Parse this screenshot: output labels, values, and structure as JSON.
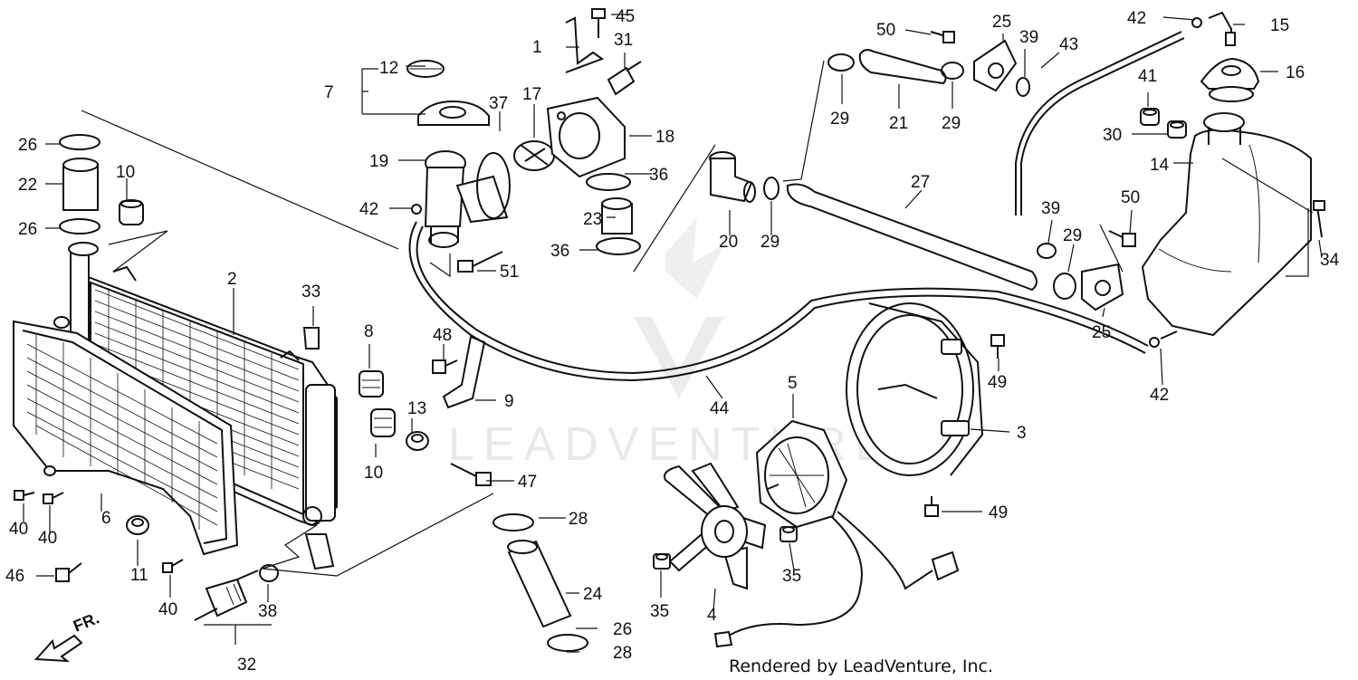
{
  "watermark": "LEADVENTURE",
  "credit": "Rendered by LeadVenture, Inc.",
  "direction_label": "FR.",
  "accent_color": "#111111",
  "callouts": [
    {
      "id": "c45a",
      "text": "45"
    },
    {
      "id": "c1",
      "text": "1"
    },
    {
      "id": "c31",
      "text": "31"
    },
    {
      "id": "c12",
      "text": "12"
    },
    {
      "id": "c7",
      "text": "7"
    },
    {
      "id": "c17",
      "text": "17"
    },
    {
      "id": "c37",
      "text": "37"
    },
    {
      "id": "c18",
      "text": "18"
    },
    {
      "id": "c19",
      "text": "19"
    },
    {
      "id": "c36a",
      "text": "36"
    },
    {
      "id": "c42a",
      "text": "42"
    },
    {
      "id": "c23",
      "text": "23"
    },
    {
      "id": "c36b",
      "text": "36"
    },
    {
      "id": "c51",
      "text": "51"
    },
    {
      "id": "c26a",
      "text": "26"
    },
    {
      "id": "c22",
      "text": "22"
    },
    {
      "id": "c10a",
      "text": "10"
    },
    {
      "id": "c26b",
      "text": "26"
    },
    {
      "id": "c2",
      "text": "2"
    },
    {
      "id": "c33",
      "text": "33"
    },
    {
      "id": "c8",
      "text": "8"
    },
    {
      "id": "c48",
      "text": "48"
    },
    {
      "id": "c9",
      "text": "9"
    },
    {
      "id": "c13",
      "text": "13"
    },
    {
      "id": "c10b",
      "text": "10"
    },
    {
      "id": "c47",
      "text": "47"
    },
    {
      "id": "c28a",
      "text": "28"
    },
    {
      "id": "c24",
      "text": "24"
    },
    {
      "id": "c26c",
      "text": "26"
    },
    {
      "id": "c28b",
      "text": "28"
    },
    {
      "id": "c6",
      "text": "6"
    },
    {
      "id": "c40a",
      "text": "40"
    },
    {
      "id": "c40b",
      "text": "40"
    },
    {
      "id": "c11",
      "text": "11"
    },
    {
      "id": "c46",
      "text": "46"
    },
    {
      "id": "c40c",
      "text": "40"
    },
    {
      "id": "c38",
      "text": "38"
    },
    {
      "id": "c32",
      "text": "32"
    },
    {
      "id": "c50a",
      "text": "50"
    },
    {
      "id": "c25a",
      "text": "25"
    },
    {
      "id": "c39a",
      "text": "39"
    },
    {
      "id": "c43",
      "text": "43"
    },
    {
      "id": "c42b",
      "text": "42"
    },
    {
      "id": "c15",
      "text": "15"
    },
    {
      "id": "c16",
      "text": "16"
    },
    {
      "id": "c29a",
      "text": "29"
    },
    {
      "id": "c21",
      "text": "21"
    },
    {
      "id": "c29b",
      "text": "29"
    },
    {
      "id": "c41",
      "text": "41"
    },
    {
      "id": "c30",
      "text": "30"
    },
    {
      "id": "c14",
      "text": "14"
    },
    {
      "id": "c20",
      "text": "20"
    },
    {
      "id": "c29c",
      "text": "29"
    },
    {
      "id": "c27",
      "text": "27"
    },
    {
      "id": "c39b",
      "text": "39"
    },
    {
      "id": "c29d",
      "text": "29"
    },
    {
      "id": "c50b",
      "text": "50"
    },
    {
      "id": "c34",
      "text": "34"
    },
    {
      "id": "c25b",
      "text": "25"
    },
    {
      "id": "c42c",
      "text": "42"
    },
    {
      "id": "c49a",
      "text": "49"
    },
    {
      "id": "c44",
      "text": "44"
    },
    {
      "id": "c5",
      "text": "5"
    },
    {
      "id": "c3",
      "text": "3"
    },
    {
      "id": "c49b",
      "text": "49"
    },
    {
      "id": "c35a",
      "text": "35"
    },
    {
      "id": "c35b",
      "text": "35"
    },
    {
      "id": "c4",
      "text": "4"
    }
  ]
}
